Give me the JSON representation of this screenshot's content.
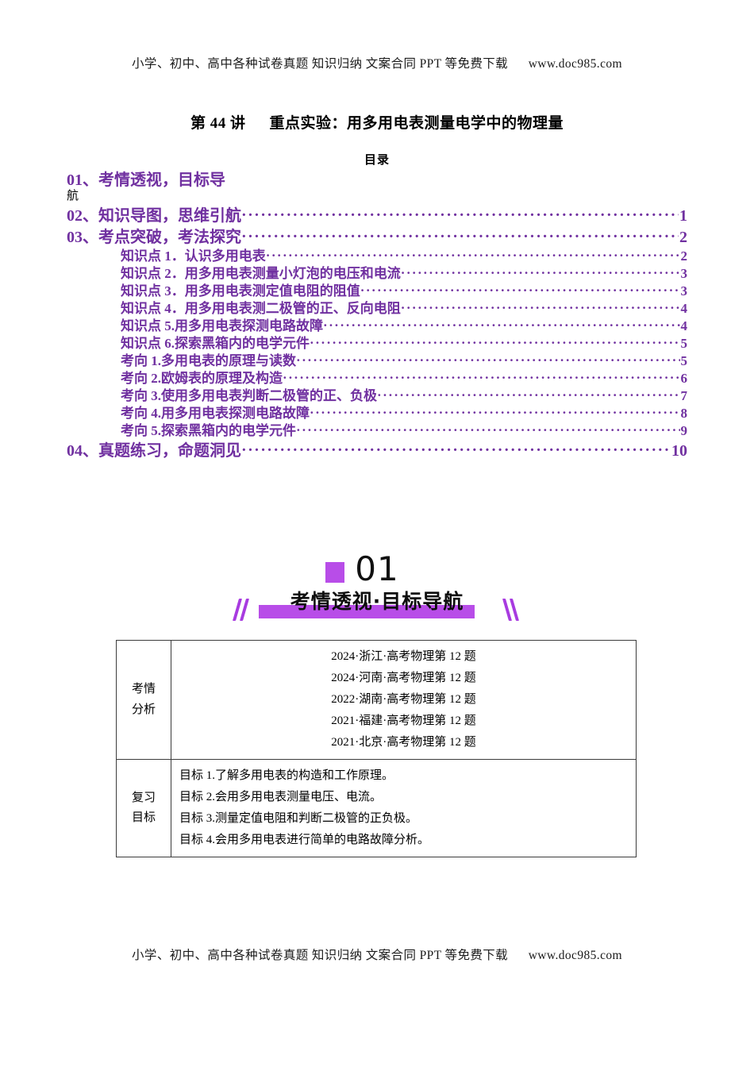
{
  "watermark": {
    "text": "小学、初中、高中各种试卷真题 知识归纳 文案合同 PPT 等免费下载      www.doc985.com"
  },
  "title": "第 44 讲　  重点实验：用多用电表测量电学中的物理量",
  "toc": {
    "heading": "目录",
    "entries": [
      {
        "level": 1,
        "label": "01、考情透视，目标导",
        "page": "",
        "dots": false,
        "wrap": "航"
      },
      {
        "level": 1,
        "label": "02、知识导图，思维引航",
        "page": "1",
        "dots": true
      },
      {
        "level": 1,
        "label": "03、考点突破，考法探究",
        "page": "2",
        "dots": true
      },
      {
        "level": 2,
        "label": "知识点 1．认识多用电表",
        "page": "2",
        "dots": true
      },
      {
        "level": 2,
        "label": "知识点 2．用多用电表测量小灯泡的电压和电流",
        "page": "3",
        "dots": true
      },
      {
        "level": 2,
        "label": "知识点 3．用多用电表测定值电阻的阻值",
        "page": "3",
        "dots": true
      },
      {
        "level": 2,
        "label": "知识点 4．用多用电表测二极管的正、反向电阻",
        "page": "4",
        "dots": true
      },
      {
        "level": 2,
        "label": "知识点 5.用多用电表探测电路故障",
        "page": "4",
        "dots": true
      },
      {
        "level": 2,
        "label": "知识点 6.探索黑箱内的电学元件",
        "page": "5",
        "dots": true
      },
      {
        "level": 2,
        "label": "考向 1.多用电表的原理与读数",
        "page": "5",
        "dots": true
      },
      {
        "level": 2,
        "label": "考向 2.欧姆表的原理及构造",
        "page": "6",
        "dots": true
      },
      {
        "level": 2,
        "label": "考向 3.使用多用电表判断二极管的正、负极",
        "page": "7",
        "dots": true
      },
      {
        "level": 2,
        "label": "考向 4.用多用电表探测电路故障",
        "page": "8",
        "dots": true
      },
      {
        "level": 2,
        "label": "考向 5.探索黑箱内的电学元件",
        "page": "9",
        "dots": true
      },
      {
        "level": 1,
        "label": "04、真题练习，命题洞见",
        "page": "10",
        "dots": true
      }
    ],
    "dot_leader": "·············································································································································································································"
  },
  "banner": {
    "number": "01",
    "title": "考情透视·目标导航",
    "accent_color": "#b84de8"
  },
  "table": {
    "rows": [
      {
        "label_chars": [
          "考情",
          "分析"
        ],
        "align": "center",
        "lines": [
          "2024·浙江·高考物理第 12 题",
          "2024·河南·高考物理第 12 题",
          "2022·湖南·高考物理第 12 题",
          "2021·福建·高考物理第 12 题",
          "2021·北京·高考物理第 12 题"
        ]
      },
      {
        "label_chars": [
          "复习",
          "目标"
        ],
        "align": "left",
        "lines": [
          "目标 1.了解多用电表的构造和工作原理。",
          "目标 2.会用多用电表测量电压、电流。",
          "目标 3.测量定值电阻和判断二极管的正负极。",
          "目标 4.会用多用电表进行简单的电路故障分析。"
        ]
      }
    ]
  }
}
